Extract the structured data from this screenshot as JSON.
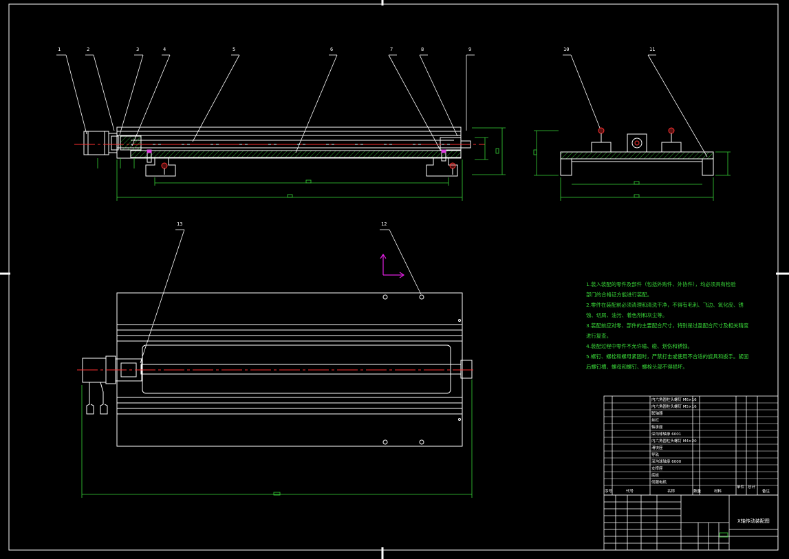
{
  "drawing": {
    "part_numbers": [
      "1",
      "2",
      "3",
      "4",
      "5",
      "6",
      "7",
      "8",
      "9",
      "10",
      "11",
      "12",
      "13"
    ],
    "colors": {
      "background": "#000000",
      "line": "#ffffff",
      "center_line": "#ff3030",
      "dimension": "#39d839",
      "hatch": "#39d839",
      "ucs": "#e020e0"
    }
  },
  "notes": [
    "1.装入装配的零件及部件（包括外购件、外协件），均必须具有检验",
    "部门的合格证方能进行装配。",
    "2.零件在装配前必须清理和清洗干净，不得有毛刺、飞边、氧化皮、锈",
    "蚀、切屑、油污、着色剂和灰尘等。",
    "3.装配前应对零、部件的主要配合尺寸，特别是过盈配合尺寸及相关精度",
    "进行复查。",
    "4.装配过程中零件不允许磕、碰、划伤和锈蚀。",
    "5.螺钉、螺栓和螺母紧固时，严禁打击或使用不合适的旋具和扳手。紧固",
    "后螺钉槽、螺母和螺钉、螺栓头部不得损坏。"
  ],
  "bom": {
    "rows": [
      "内六角圆柱头螺钉 M6×16",
      "内六角圆柱头螺钉 M5×16",
      "联轴器",
      "丝杠",
      "轴承座",
      "深沟球轴承 6001",
      "内六角圆柱头螺钉 M4×20",
      "滑块座",
      "导轨",
      "深沟球轴承 6000",
      "支撑座",
      "底板",
      "伺服电机"
    ],
    "header": [
      "序号",
      "代号",
      "名称",
      "数量",
      "材料",
      "单件",
      "总计",
      "备注"
    ]
  },
  "title_block": {
    "name": "X轴传动装配图"
  }
}
